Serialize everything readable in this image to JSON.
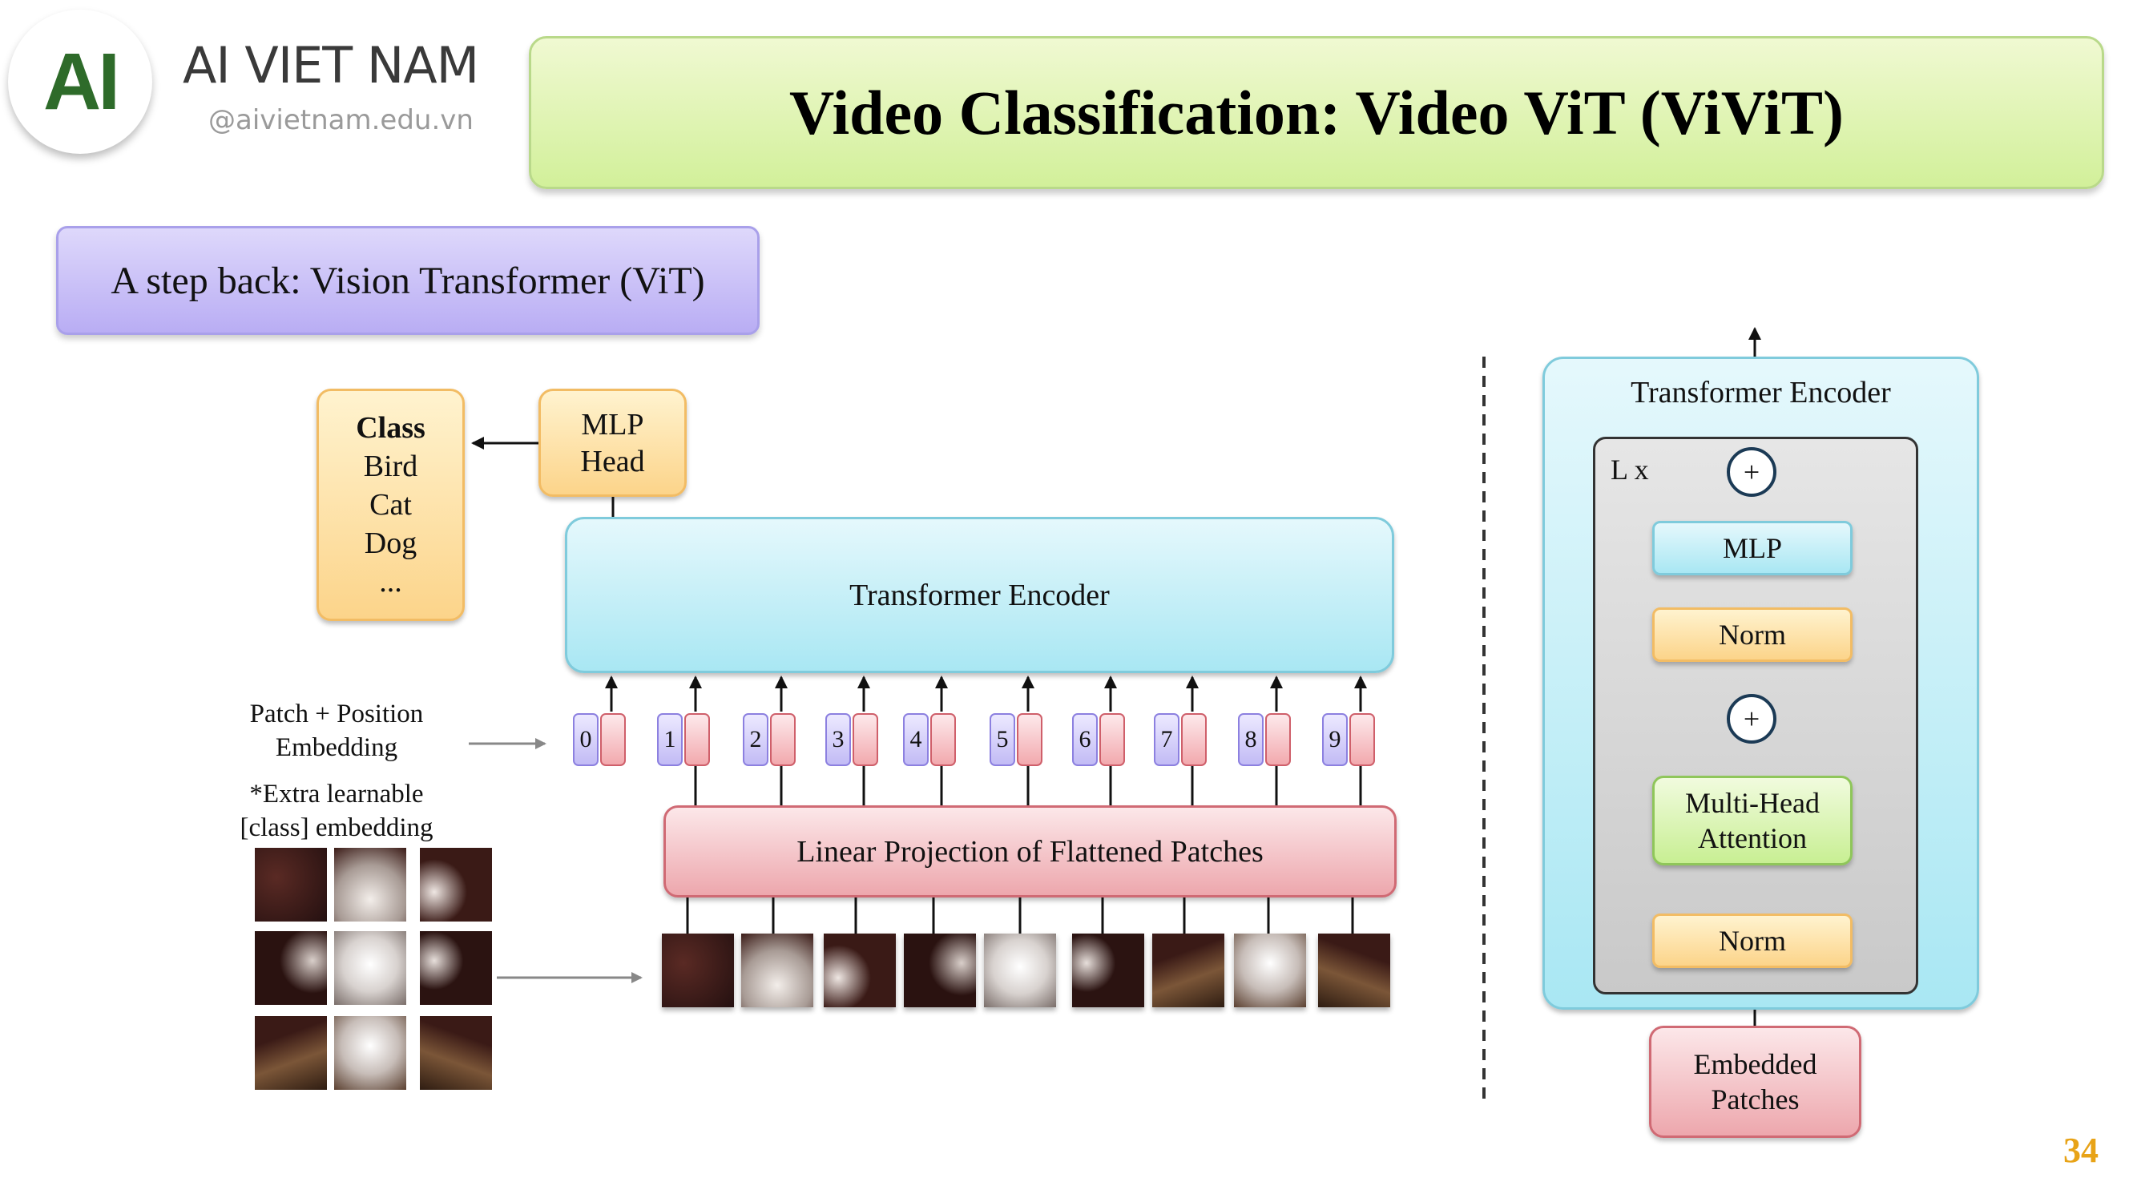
{
  "logo": {
    "mark": "AI",
    "name": "AI VIET NAM",
    "website": "@aivietnam.edu.vn"
  },
  "slide": {
    "title": "Video Classification: Video ViT (ViViT)",
    "subtitle": "A step back: Vision Transformer (ViT)",
    "page_number": "34"
  },
  "vit": {
    "class_box": {
      "heading": "Class",
      "items": [
        "Bird",
        "Cat",
        "Dog",
        "..."
      ]
    },
    "mlp_head": [
      "MLP",
      "Head"
    ],
    "encoder_label": "Transformer Encoder",
    "patch_pos_label": [
      "Patch + Position",
      "Embedding"
    ],
    "extra_label": [
      "*Extra learnable",
      "[class] embedding"
    ],
    "linear_proj_label": "Linear Projection of Flattened Patches",
    "token_indices": [
      "0",
      "1",
      "2",
      "3",
      "4",
      "5",
      "6",
      "7",
      "8",
      "9"
    ]
  },
  "encoder_detail": {
    "title": "Transformer Encoder",
    "repeat_label": "L x",
    "mlp": "MLP",
    "norm_top": "Norm",
    "mha": [
      "Multi-Head",
      "Attention"
    ],
    "norm_bottom": "Norm",
    "embedded": [
      "Embedded",
      "Patches"
    ],
    "plus": "+"
  },
  "colors": {
    "accent_title": "#d2f09a",
    "subtitle": "#b9adf4",
    "page_number": "#e8a317",
    "logo_green": "#2e6b2a"
  }
}
